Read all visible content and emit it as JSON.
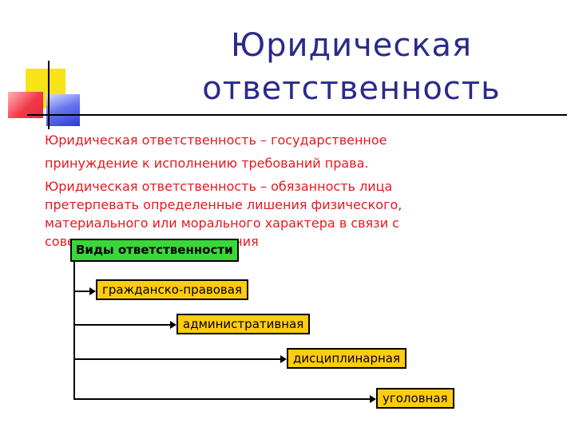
{
  "slide": {
    "title_lines": [
      "Юридическая",
      "ответственность"
    ],
    "definitions": [
      {
        "lines": [
          "Юридическая ответственность – государственное",
          "принуждение к исполнению требований права."
        ]
      },
      {
        "lines": [
          "Юридическая ответственность – обязанность лица",
          "претерпевать определенные лишения физического,",
          "материального или морального характера в связи с",
          "совершенным правонарушения"
        ]
      }
    ],
    "types_heading": "Виды ответственности",
    "types": [
      "гражданско-правовая",
      "административная",
      "дисциплинарная",
      "уголовная"
    ],
    "colors": {
      "title": "#2a2a8c",
      "body_text": "#e8171f",
      "heading_box": "#3ad73a",
      "type_box": "#ffcc11"
    }
  }
}
